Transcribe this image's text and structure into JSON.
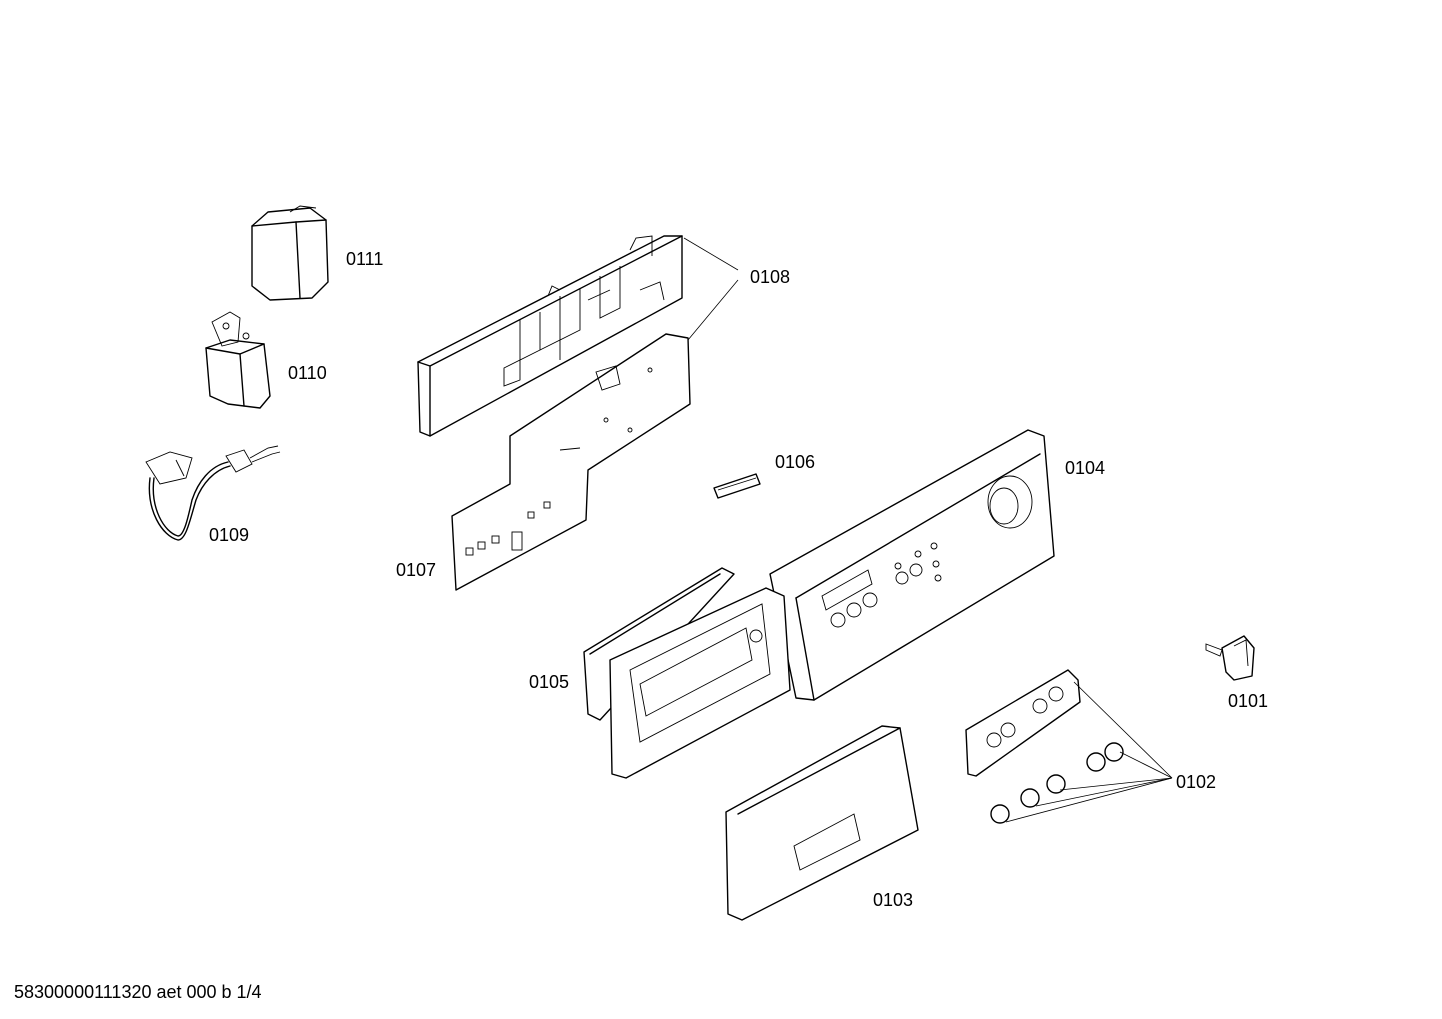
{
  "parts": [
    {
      "id": "0101",
      "label": "0101"
    },
    {
      "id": "0102",
      "label": "0102"
    },
    {
      "id": "0103",
      "label": "0103"
    },
    {
      "id": "0104",
      "label": "0104"
    },
    {
      "id": "0105",
      "label": "0105"
    },
    {
      "id": "0106",
      "label": "0106"
    },
    {
      "id": "0107",
      "label": "0107"
    },
    {
      "id": "0108",
      "label": "0108"
    },
    {
      "id": "0109",
      "label": "0109"
    },
    {
      "id": "0110",
      "label": "0110"
    },
    {
      "id": "0111",
      "label": "0111"
    }
  ],
  "footer": {
    "text": "58300000111320 aet 000 b 1/4"
  }
}
